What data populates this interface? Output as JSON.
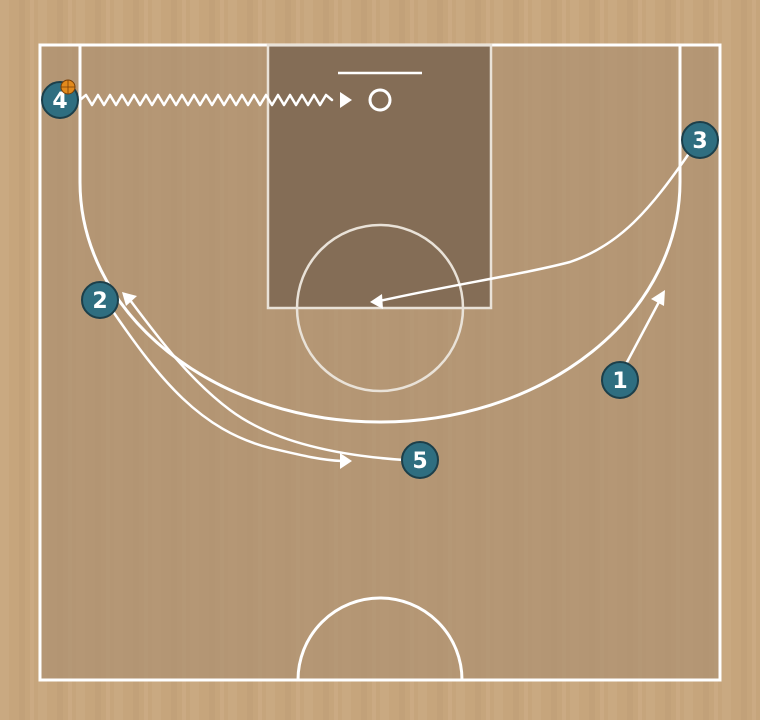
{
  "diagram": {
    "type": "basketball-half-court-play",
    "colors": {
      "floor": "#c6a57c",
      "floor_inbounds": "#ad9272",
      "paint": "#7e6853",
      "lines": "#ffffff",
      "player_fill": "#2f6e80",
      "player_stroke": "#1c3f4a",
      "ball": "#e38a1c"
    },
    "players": [
      {
        "id": "p1",
        "label": "1"
      },
      {
        "id": "p2",
        "label": "2"
      },
      {
        "id": "p3",
        "label": "3"
      },
      {
        "id": "p4",
        "label": "4",
        "has_ball": true
      },
      {
        "id": "p5",
        "label": "5"
      }
    ],
    "actions": [
      {
        "from": "4",
        "kind": "dribble",
        "to": "basket"
      },
      {
        "from": "3",
        "kind": "cut",
        "to": "top-of-key"
      },
      {
        "from": "1",
        "kind": "cut",
        "to": "right-wing"
      },
      {
        "from": "2",
        "kind": "cut",
        "to": "low-middle"
      },
      {
        "from": "5",
        "kind": "cut",
        "to": "left-wing"
      }
    ]
  }
}
